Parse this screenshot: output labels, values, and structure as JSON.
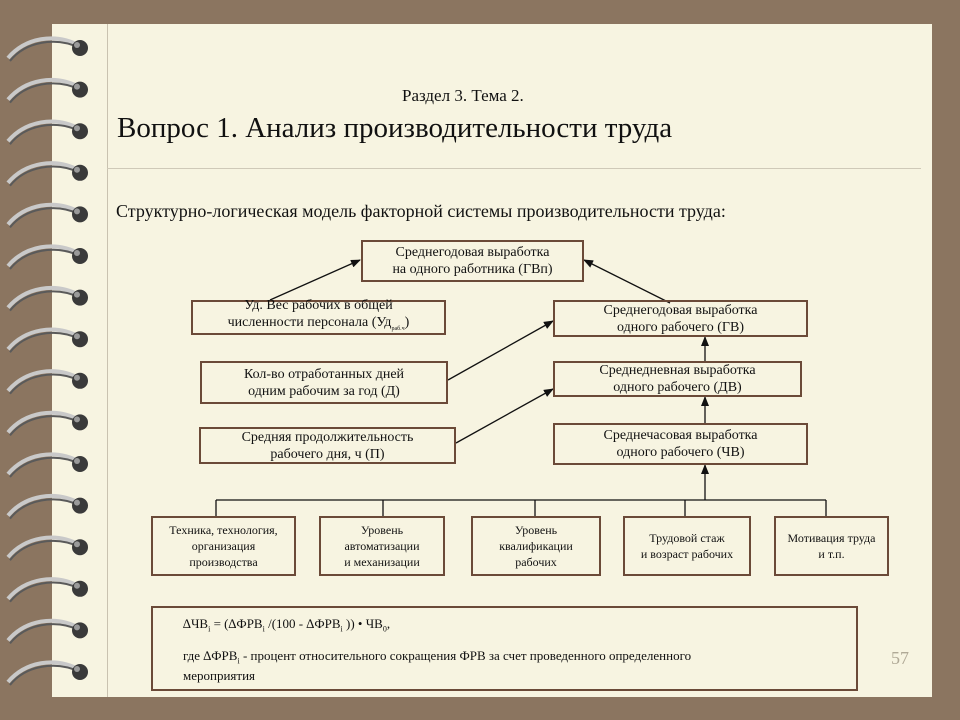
{
  "header": {
    "section": "Раздел 3. Тема 2.",
    "title": "Вопрос 1. Анализ производительности труда",
    "subtitle": "Структурно-логическая модель факторной системы производительности труда:"
  },
  "diagram": {
    "top": {
      "line1": "Среднегодовая выработка",
      "line2": "на одного работника (ГВп)"
    },
    "left": [
      {
        "line1": "Уд. Вес рабочих в общей",
        "line2": "численности персонала (Уд",
        "sub": "раб.ч",
        "tail": ")"
      },
      {
        "line1": "Кол-во отработанных дней",
        "line2": "одним рабочим за год (Д)"
      },
      {
        "line1": "Средняя продолжительность",
        "line2": "рабочего дня, ч (П)"
      }
    ],
    "right": [
      {
        "line1": "Среднегодовая выработка",
        "line2": "одного рабочего (ГВ)"
      },
      {
        "line1": "Среднедневная выработка",
        "line2": "одного рабочего (ДВ)"
      },
      {
        "line1": "Среднечасовая выработка",
        "line2": "одного рабочего (ЧВ)"
      }
    ],
    "factors": [
      {
        "lines": [
          "Техника, технология,",
          "организация",
          "производства"
        ]
      },
      {
        "lines": [
          "Уровень",
          "автоматизации",
          "и механизации"
        ]
      },
      {
        "lines": [
          "Уровень",
          "квалификации",
          "рабочих"
        ]
      },
      {
        "lines": [
          "Трудовой стаж",
          "и возраст рабочих"
        ]
      },
      {
        "lines": [
          "Мотивация труда",
          "и т.п."
        ]
      }
    ]
  },
  "formula": {
    "eq_a": "∆ЧВ",
    "eq_sub_i1": "i",
    "eq_b": " = (∆ФРВ",
    "eq_sub_i2": "i",
    "eq_c": " /(100 - ∆ФРВ",
    "eq_sub_i3": "i",
    "eq_d": " )) • ЧВ",
    "eq_sub_0": "0",
    "eq_e": ",",
    "where_a": "где ∆ФРВ",
    "where_sub": "i",
    "where_b": " -  процент относительного сокращения ФРВ за счет проведенного определенного",
    "where_line2": "мероприятия"
  },
  "page_number": "57"
}
